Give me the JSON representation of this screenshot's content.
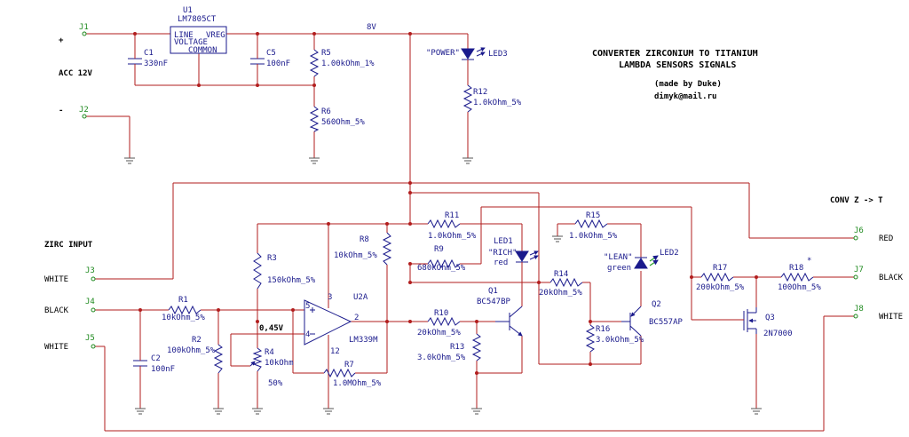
{
  "title": {
    "line1": "CONVERTER ZIRCONIUM TO TITANIUM",
    "line2": "LAMBDA SENSORS SIGNALS",
    "credit": "(made by Duke)",
    "email": "dimyk@mail.ru"
  },
  "labels": {
    "acc": "ACC 12V",
    "plus": "+",
    "minus": "-",
    "rail": "8V",
    "zirc": "ZIRC INPUT",
    "conv": "CONV Z -> T",
    "power": "\"POWER\"",
    "rich": "\"RICH\"",
    "rich_color": "red",
    "lean": "\"LEAN\"",
    "lean_color": "green",
    "vref": "0,45V",
    "star": "*"
  },
  "connectors": {
    "j1": "J1",
    "j2": "J2",
    "j3": "J3",
    "j4": "J4",
    "j5": "J5",
    "j6": "J6",
    "j7": "J7",
    "j8": "J8",
    "j3_wire": "WHITE",
    "j4_wire": "BLACK",
    "j5_wire": "WHITE",
    "j6_wire": "RED",
    "j7_wire": "BLACK",
    "j8_wire": "WHITE"
  },
  "components": {
    "u1": "U1",
    "u1_part": "LM7805CT",
    "u1_line": "LINE",
    "u1_vreg": "VREG",
    "u1_voltage": "VOLTAGE",
    "u1_common": "COMMON",
    "c1": "C1",
    "c1_val": "330nF",
    "c5": "C5",
    "c5_val": "100nF",
    "c2": "C2",
    "c2_val": "100nF",
    "r5": "R5",
    "r5_val": "1.00kOhm_1%",
    "r6": "R6",
    "r6_val": "560Ohm_5%",
    "r12": "R12",
    "r12_val": "1.0kOhm_5%",
    "led3": "LED3",
    "r1": "R1",
    "r1_val": "10kOhm_5%",
    "r2": "R2",
    "r2_val": "100kOhm_5%",
    "r3": "R3",
    "r3_val": "150kOhm_5%",
    "r4": "R4",
    "r4_val": "10kOhm",
    "r4_pct": "50%",
    "r7": "R7",
    "r7_val": "1.0MOhm_5%",
    "r8": "R8",
    "r8_val": "10kOhm_5%",
    "u2a": "U2A",
    "u2a_part": "LM339M",
    "pin3": "3",
    "pin5": "5",
    "pin4": "4",
    "pin2": "2",
    "pin12": "12",
    "r11": "R11",
    "r11_val": "1.0kOhm_5%",
    "r9": "R9",
    "r9_val": "680kOhm_5%",
    "r10": "R10",
    "r10_val": "20kOhm_5%",
    "r13": "R13",
    "r13_val": "3.0kOhm_5%",
    "led1": "LED1",
    "q1": "Q1",
    "q1_part": "BC547BP",
    "r14": "R14",
    "r14_val": "20kOhm_5%",
    "r15": "R15",
    "r15_val": "1.0kOhm_5%",
    "led2": "LED2",
    "r16": "R16",
    "r16_val": "3.0kOhm_5%",
    "q2": "Q2",
    "q2_part": "BC557AP",
    "r17": "R17",
    "r17_val": "200kOhm_5%",
    "r18": "R18",
    "r18_val": "100Ohm_5%",
    "q3": "Q3",
    "q3_part": "2N7000"
  },
  "colors": {
    "wire": "#b21e1e",
    "component": "#1a1a8c",
    "led_red": "#1a1a8c",
    "led_green": "#2aa02a",
    "connector": "#1f8a1f"
  }
}
